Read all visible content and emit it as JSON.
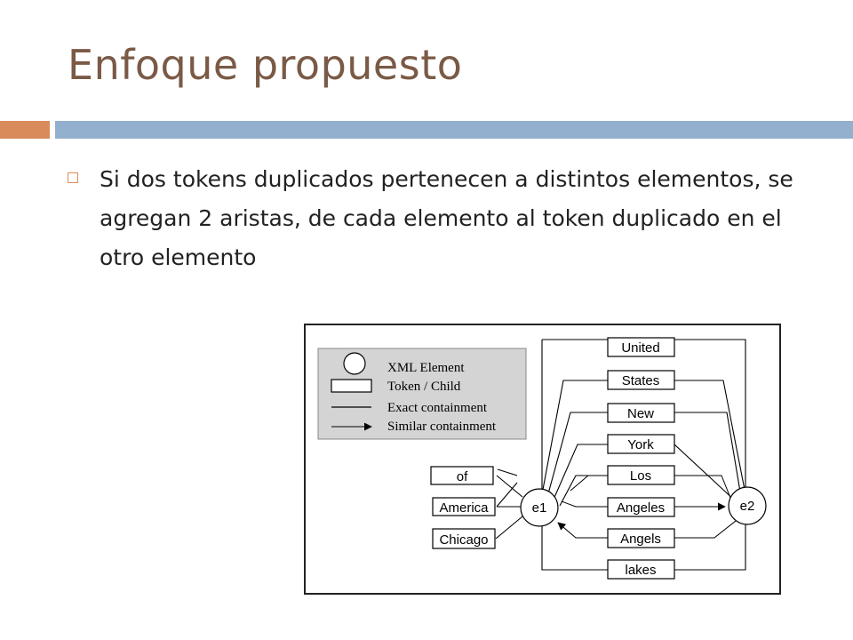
{
  "slide": {
    "title": "Enfoque propuesto",
    "bullet_text": "Si dos tokens duplicados pertenecen a distintos elementos, se agregan 2 aristas, de cada elemento al token duplicado en el otro elemento"
  },
  "legend": {
    "xml_element": "XML Element",
    "token_child": "Token / Child",
    "exact_containment": "Exact containment",
    "similar_containment": "Similar containment"
  },
  "nodes": {
    "e1": "e1",
    "e2": "e2"
  },
  "left_tokens": [
    "of",
    "America",
    "Chicago"
  ],
  "center_tokens": [
    "United",
    "States",
    "New",
    "York",
    "Los",
    "Angeles",
    "Angels",
    "lakes"
  ],
  "colors": {
    "title": "#7a5a46",
    "accent_bar": "#d98b5b",
    "main_bar": "#93b0ce",
    "legend_bg": "#d4d4d4"
  }
}
